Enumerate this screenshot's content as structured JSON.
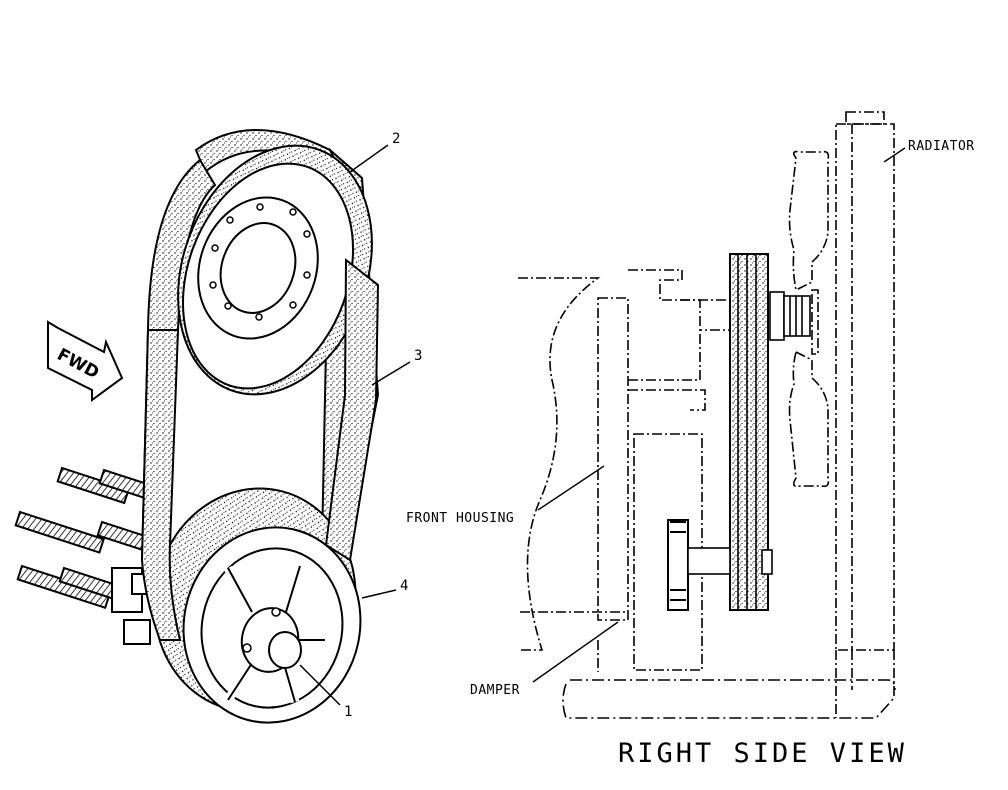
{
  "callouts": [
    "1",
    "2",
    "3",
    "4"
  ],
  "arrow_label": "FWD",
  "labels": {
    "radiator": "RADIATOR",
    "front_housing": "FRONT HOUSING",
    "damper": "DAMPER"
  },
  "view_title": "RIGHT SIDE VIEW"
}
